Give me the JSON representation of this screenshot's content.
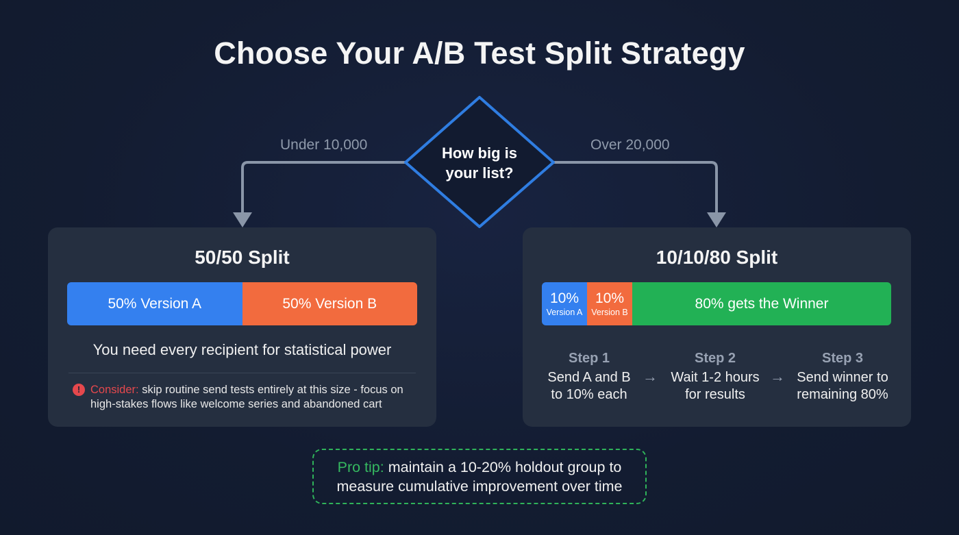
{
  "title": "Choose Your A/B Test Split Strategy",
  "decision": {
    "question_line1": "How big is",
    "question_line2": "your list?",
    "left_branch": "Under 10,000",
    "right_branch": "Over 20,000"
  },
  "colors": {
    "version_a": "#3480ef",
    "version_b": "#f26b3e",
    "winner": "#22b155",
    "decision_border": "#2f7de1",
    "warning": "#e5484d",
    "tip": "#2fb35a"
  },
  "left_card": {
    "title": "50/50 Split",
    "segments": [
      {
        "label": "50% Version A",
        "share": 50
      },
      {
        "label": "50% Version B",
        "share": 50
      }
    ],
    "note": "You need every recipient for statistical power",
    "warning_key": "Consider:",
    "warning_text": " skip routine send tests entirely at this size - focus on high-stakes flows like welcome series and abandoned cart",
    "warning_icon": "exclamation-icon"
  },
  "right_card": {
    "title": "10/10/80 Split",
    "segments": [
      {
        "value": "10%",
        "label": "Version A",
        "share": 10
      },
      {
        "value": "10%",
        "label": "Version B",
        "share": 10
      },
      {
        "value": "80% gets the Winner",
        "label": "",
        "share": 80
      }
    ],
    "steps": [
      {
        "title": "Step 1",
        "line1": "Send A and B",
        "line2": "to 10% each"
      },
      {
        "title": "Step 2",
        "line1": "Wait 1-2 hours",
        "line2": "for results"
      },
      {
        "title": "Step 3",
        "line1": "Send winner to",
        "line2": "remaining 80%"
      }
    ],
    "arrow": "→"
  },
  "tip": {
    "key": "Pro tip:",
    "text": " maintain a 10-20% holdout group to measure cumulative improvement over time"
  }
}
